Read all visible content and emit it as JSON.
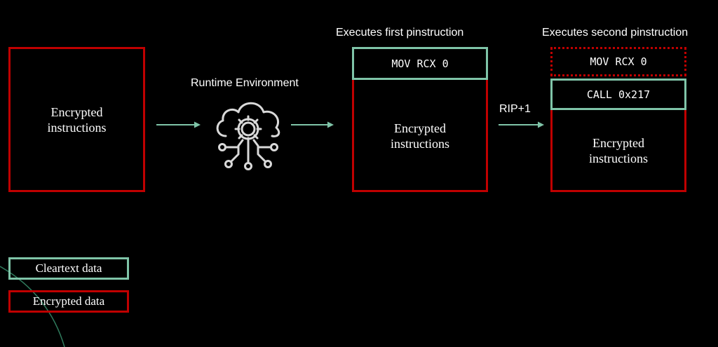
{
  "box1": {
    "text": "Encrypted\ninstructions"
  },
  "runtime": {
    "label": "Runtime Environment",
    "icon": "cloud-gear-icon"
  },
  "stage1": {
    "caption": "Executes first pinstruction",
    "cleartext": "MOV RCX 0",
    "encrypted": "Encrypted\ninstructions"
  },
  "rip": {
    "label": "RIP+1"
  },
  "stage2": {
    "caption": "Executes second pinstruction",
    "previous": "MOV RCX 0",
    "cleartext": "CALL 0x217",
    "encrypted": "Encrypted\ninstructions"
  },
  "legend": {
    "cleartext": "Cleartext data",
    "encrypted": "Encrypted data"
  },
  "colors": {
    "encrypted": "#c00000",
    "cleartext": "#7fc4a8",
    "background": "#000000"
  }
}
